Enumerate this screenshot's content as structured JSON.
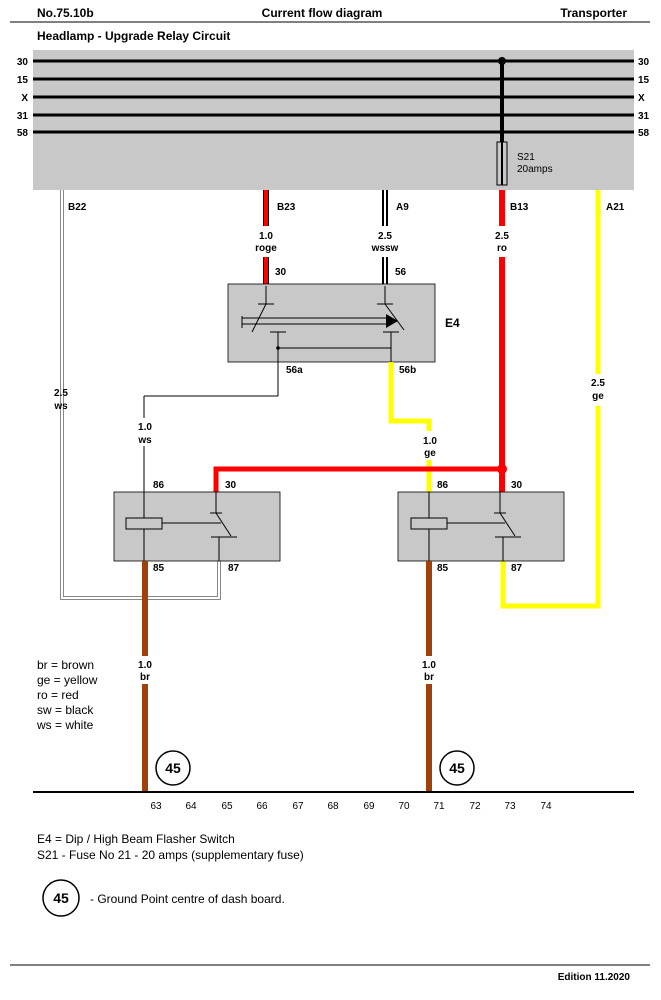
{
  "header": {
    "doc_no": "No.75.10b",
    "doc_title": "Current flow diagram",
    "vehicle": "Transporter",
    "circuit_title": "Headlamp - Upgrade Relay Circuit"
  },
  "bus_lines": [
    "30",
    "15",
    "X",
    "31",
    "58"
  ],
  "fuse": {
    "name": "S21",
    "rating": "20amps"
  },
  "connectors": {
    "b22": "B22",
    "b23": "B23",
    "a9": "A9",
    "b13": "B13",
    "a21": "A21"
  },
  "wires": {
    "b22_size": "2.5",
    "b22_color": "ws",
    "b23_size": "1.0",
    "b23_color": "roge",
    "a9_size": "2.5",
    "a9_color": "wssw",
    "b13_size": "2.5",
    "b13_color": "ro",
    "a21_size": "2.5",
    "a21_color": "ge",
    "s56a_size": "1.0",
    "s56a_color": "ws",
    "s56b_size": "1.0",
    "s56b_color": "ge",
    "gnd1_size": "1.0",
    "gnd1_color": "br",
    "gnd2_size": "1.0",
    "gnd2_color": "br"
  },
  "switch": {
    "name": "E4",
    "pin_30": "30",
    "pin_56": "56",
    "pin_56a": "56a",
    "pin_56b": "56b"
  },
  "relay1": {
    "pin_86": "86",
    "pin_30": "30",
    "pin_85": "85",
    "pin_87": "87"
  },
  "relay2": {
    "pin_86": "86",
    "pin_30": "30",
    "pin_85": "85",
    "pin_87": "87"
  },
  "color_legend": [
    "br = brown",
    "ge = yellow",
    "ro = red",
    "sw = black",
    "ws = white"
  ],
  "ground_number": "45",
  "track_numbers": [
    "63",
    "64",
    "65",
    "66",
    "67",
    "68",
    "69",
    "70",
    "71",
    "72",
    "73",
    "74"
  ],
  "component_legend": [
    "E4 = Dip / High Beam Flasher Switch",
    "S21  - Fuse No 21 - 20 amps (supplementary fuse)"
  ],
  "ground_legend": "- Ground Point centre of dash board.",
  "edition": "Edition 11.2020",
  "colors": {
    "red": "#ff0000",
    "yellow": "#ffff00",
    "brown": "#a0400a",
    "panel": "#c8c8c8",
    "white_wire_outline": "#888888"
  }
}
